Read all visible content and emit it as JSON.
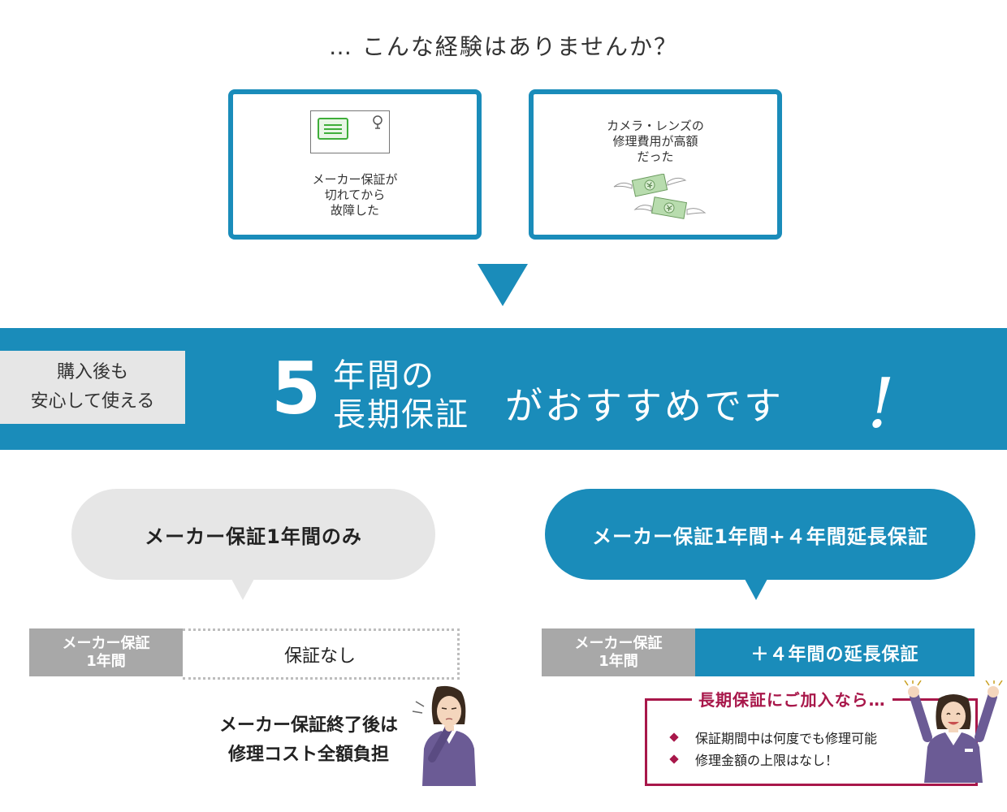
{
  "intro": {
    "text": "… こんな経験はありませんか？"
  },
  "cards": [
    {
      "lines": [
        "メーカー保証が",
        "切れてから",
        "故障した"
      ],
      "icon": "warranty-card-icon"
    },
    {
      "lines": [
        "カメラ・レンズの",
        "修理費用が高額",
        "だった"
      ],
      "icon": "flying-money-icon"
    }
  ],
  "banner": {
    "tag_lines": [
      "購入後も",
      "安心して使える"
    ],
    "number": "5",
    "line1": "年間の",
    "line2": "長期保証",
    "recommend": "がおすすめです",
    "exclaim": "!"
  },
  "plans": {
    "left": {
      "bubble": "メーカー保証1年間のみ",
      "bar_grey_lines": [
        "メーカー保証",
        "1年間"
      ],
      "bar_none": "保証なし",
      "note_lines": [
        "メーカー保証終了後は",
        "修理コスト全額負担"
      ]
    },
    "right": {
      "bubble": "メーカー保証1年間+４年間延長保証",
      "bar_grey_lines": [
        "メーカー保証",
        "1年間"
      ],
      "bar_ext": "＋４年間の延長保証",
      "benefit_head": "長期保証にご加入なら…",
      "benefits": [
        "保証期間中は何度でも修理可能",
        "修理金額の上限はなし！"
      ]
    }
  },
  "colors": {
    "accent": "#1a8cba",
    "grey": "#a8a8a8",
    "light": "#e6e6e6",
    "wine": "#a8174a"
  }
}
